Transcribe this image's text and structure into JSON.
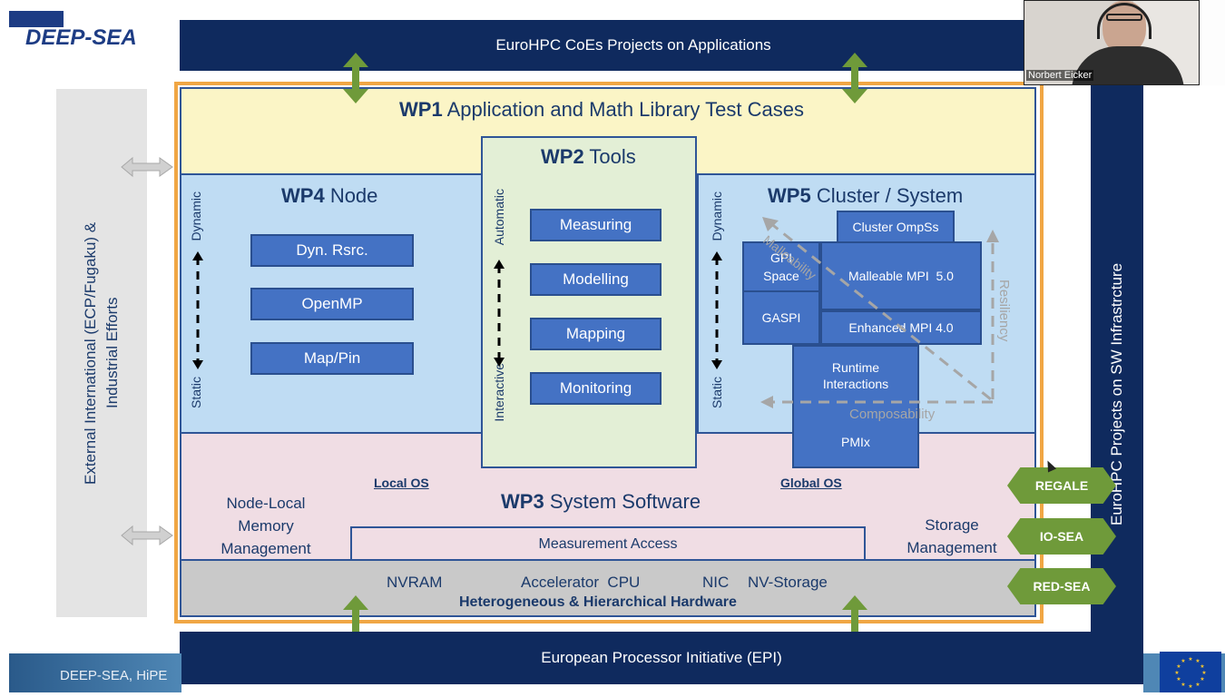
{
  "logo": {
    "text": "DEEP-SEA"
  },
  "top_banner": "EuroHPC CoEs Projects on Applications",
  "bottom_banner": "European Processor Initiative (EPI)",
  "right_banner": "EuroHPC Projects on SW Infrastrcture",
  "left_banner": {
    "line1": "External International (ECP/Fugaku) &",
    "line2": "Industrial Efforts"
  },
  "footer": {
    "text": "DEEP-SEA, HiPE"
  },
  "webcam": {
    "name": "Norbert Eicker"
  },
  "wp1": {
    "bold": "WP1",
    "rest": "Application and Math Library Test Cases"
  },
  "wp2": {
    "bold": "WP2",
    "rest": "Tools",
    "axis_top": "Automatic",
    "axis_bottom": "Interactive",
    "items": [
      "Measuring",
      "Modelling",
      "Mapping",
      "Monitoring"
    ]
  },
  "wp4": {
    "bold": "WP4",
    "rest": "Node",
    "axis_top": "Dynamic",
    "axis_bottom": "Static",
    "items": [
      "Dyn. Rsrc.",
      "OpenMP",
      "Map/Pin"
    ]
  },
  "wp5": {
    "bold": "WP5",
    "rest": "Cluster / System",
    "axis_top": "Dynamic",
    "axis_bottom": "Static",
    "cluster_ompss": "Cluster OmpSs",
    "gpi_space_1": "GPI",
    "gpi_space_2": "Space",
    "malleable_mpi": "Malleable MPI  5.0",
    "gaspi": "GASPI",
    "enhanced_mpi": "Enhanced MPI 4.0",
    "runtime_1": "Runtime",
    "runtime_2": "Interactions",
    "pmix": "PMIx",
    "malleability": "Malleability",
    "resiliency": "Resiliency",
    "composability": "Composability"
  },
  "wp3": {
    "bold": "WP3",
    "rest": "System Software",
    "local_os": "Local OS",
    "global_os": "Global OS",
    "node_local": [
      "Node-Local",
      "Memory",
      "Management"
    ],
    "storage": [
      "Storage",
      "Management"
    ],
    "measurement": "Measurement Access"
  },
  "hardware": {
    "nvram": "NVRAM",
    "accel_cpu": "Accelerator  CPU",
    "nic": "NIC",
    "nvstorage": "NV-Storage",
    "title": "Heterogeneous & Hierarchical Hardware"
  },
  "related": [
    "REGALE",
    "IO-SEA",
    "RED-SEA"
  ],
  "colors": {
    "navy": "#0f2a5e",
    "blue_box": "#4472c4",
    "wp1_bg": "#fbf5c6",
    "wp45_bg": "#bfdcf3",
    "wp2_bg": "#e3efd6",
    "wp3_bg": "#f0dde4",
    "hw_bg": "#c9c9c9",
    "orange_frame": "#f0a644",
    "green_arrow": "#6f9a3a"
  }
}
